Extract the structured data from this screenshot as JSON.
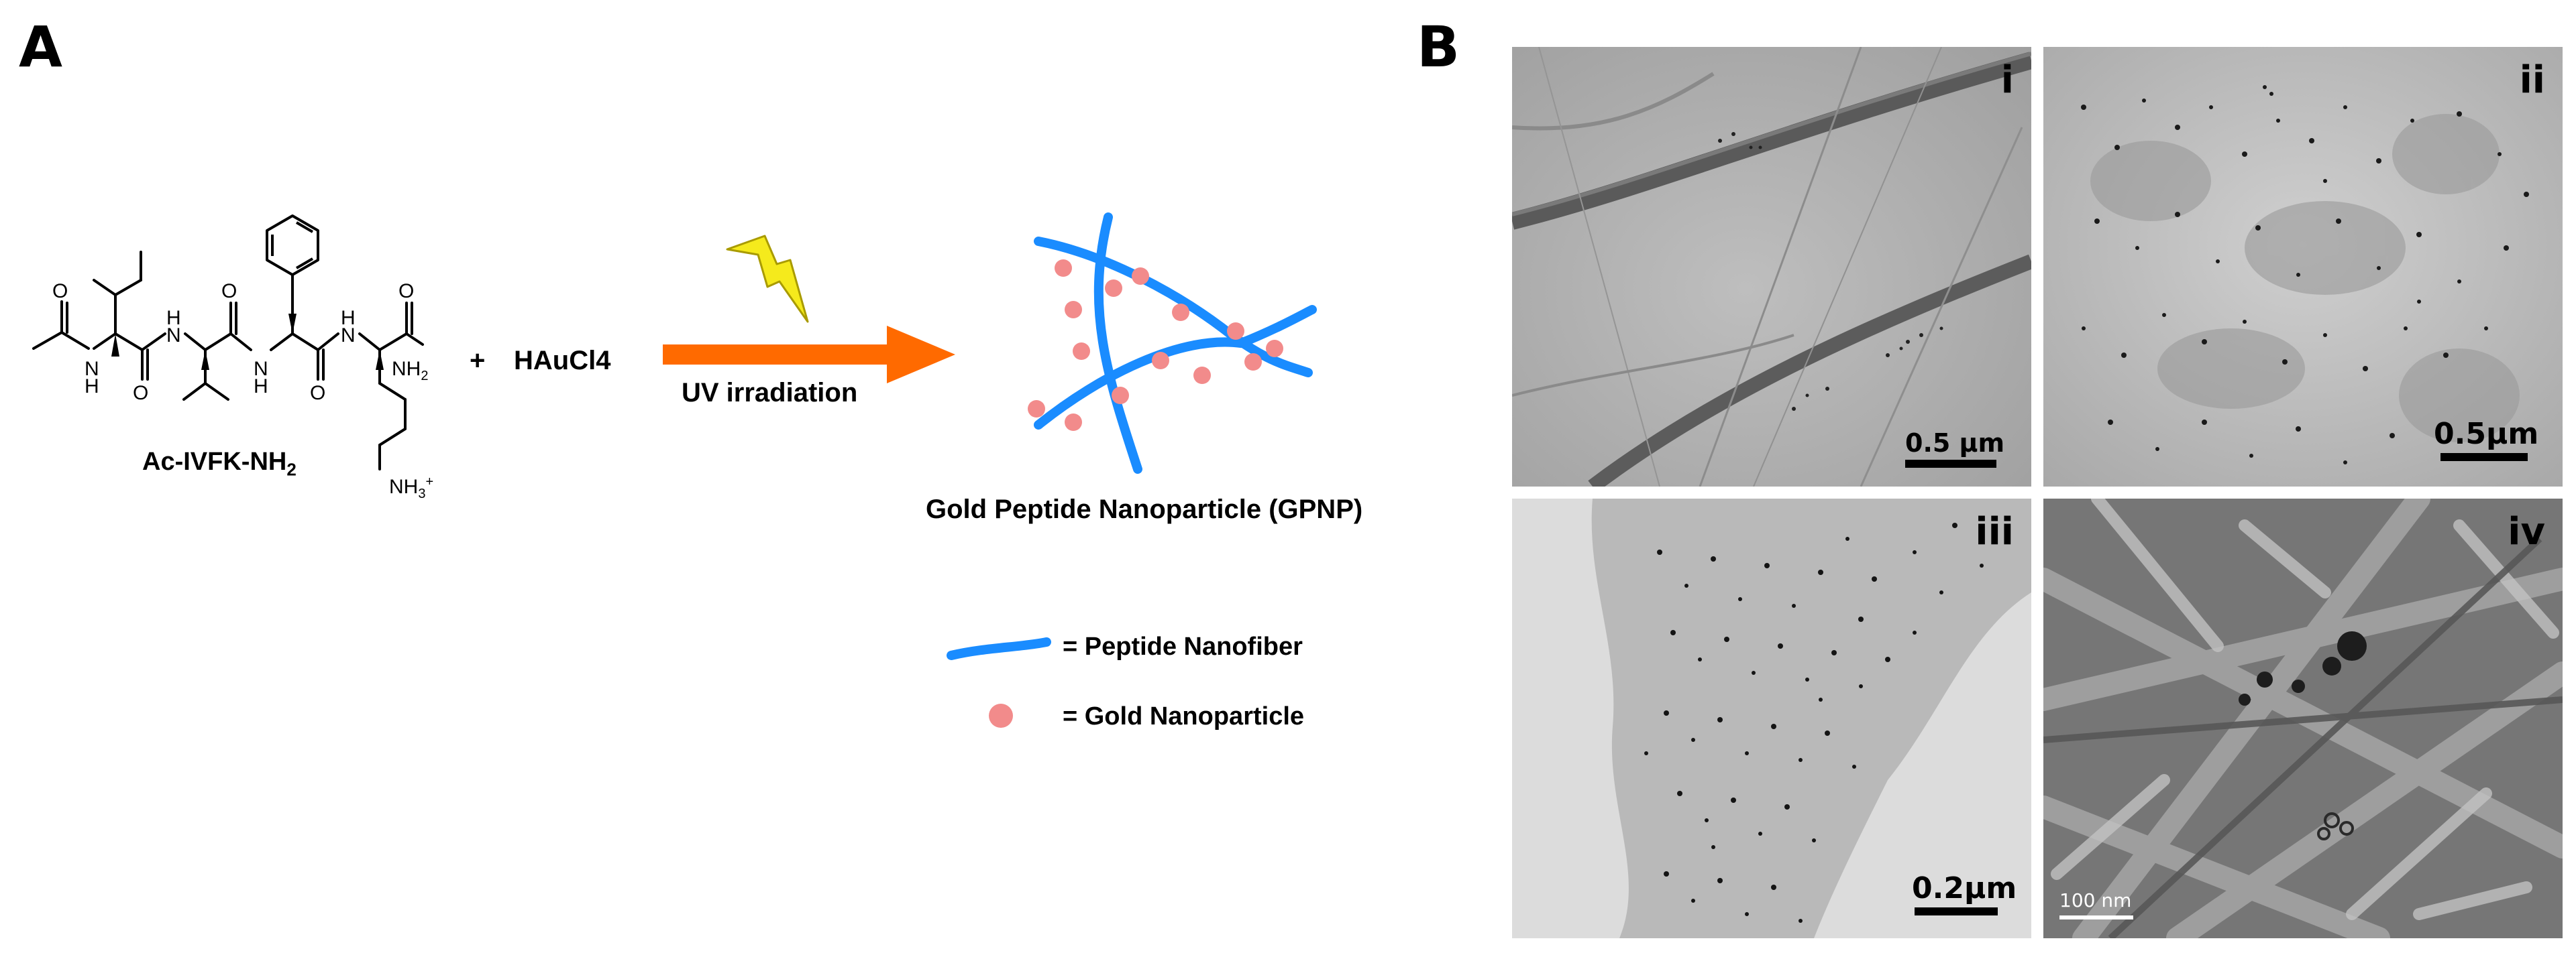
{
  "panel_a": {
    "letter": "A",
    "peptide_name": "Ac-IVFK-NH",
    "peptide_name_sub": "2",
    "amide_label": "NH",
    "amide_sub": "2",
    "ammonium_label": "NH",
    "ammonium_sub": "3",
    "ammonium_sup": "+",
    "plus": "+",
    "reagent": "HAuCl4",
    "arrow_label": "UV irradiation",
    "product_label": "Gold Peptide Nanoparticle (GPNP)",
    "legend": [
      {
        "label": "= Peptide Nanofiber",
        "icon": "blue-line-icon"
      },
      {
        "label": "= Gold Nanoparticle",
        "icon": "pink-dot-icon"
      }
    ],
    "colors": {
      "fiber": "#1a8cff",
      "particle": "#f28b8b",
      "arrow": "#ff6a00",
      "bolt": "#f5ea1c"
    }
  },
  "panel_b": {
    "letter": "B",
    "images": [
      {
        "id": "i",
        "scale_label": "0.5 μm"
      },
      {
        "id": "ii",
        "scale_label": "0.5μm"
      },
      {
        "id": "iii",
        "scale_label": "0.2μm"
      },
      {
        "id": "iv",
        "scale_label": "100 nm"
      }
    ]
  }
}
